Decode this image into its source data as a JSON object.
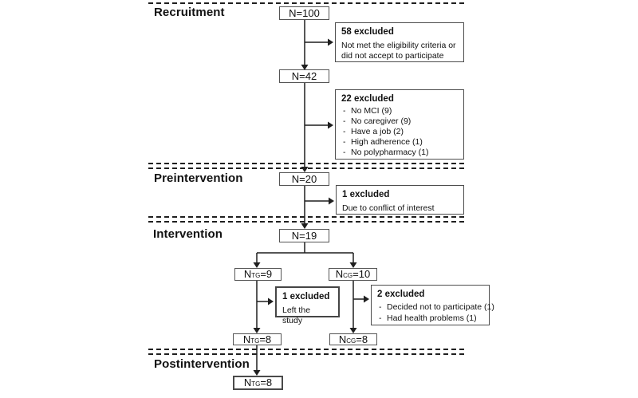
{
  "colors": {
    "line": "#1f1f1f",
    "border": "#555555",
    "text": "#111111",
    "bg": "#ffffff"
  },
  "phases": {
    "recruitment": "Recruitment",
    "preintervention": "Preintervention",
    "intervention": "Intervention",
    "postintervention": "Postintervention"
  },
  "boxes": {
    "n100": "N=100",
    "n42": "N=42",
    "n20": "N=20",
    "n19": "N=19",
    "ntg9": {
      "base": "N",
      "sub": "TG",
      "rest": "=9"
    },
    "ncg10": {
      "base": "N",
      "sub": "CG",
      "rest": "=10"
    },
    "ntg8_intervention": {
      "base": "N",
      "sub": "TG",
      "rest": "=8"
    },
    "ncg8_intervention": {
      "base": "N",
      "sub": "CG",
      "rest": "=8"
    },
    "ntg8_post": {
      "base": "N",
      "sub": "TG",
      "rest": "=8"
    }
  },
  "exclusions": {
    "bullet": "-",
    "excl58": {
      "title": "58 excluded",
      "body": "Not met the eligibility criteria or did not accept to participate"
    },
    "excl22": {
      "title": "22 excluded",
      "items": [
        "No MCI (9)",
        "No caregiver (9)",
        "Have a job (2)",
        "High adherence (1)",
        "No polypharmacy (1)"
      ]
    },
    "excl1_pre": {
      "title": "1 excluded",
      "body": "Due to conflict of interest"
    },
    "excl1_tg": {
      "title": "1 excluded",
      "body": "Left the study"
    },
    "excl2_cg": {
      "title": "2 excluded",
      "items": [
        "Decided not to participate (1)",
        "Had health problems (1)"
      ]
    }
  }
}
